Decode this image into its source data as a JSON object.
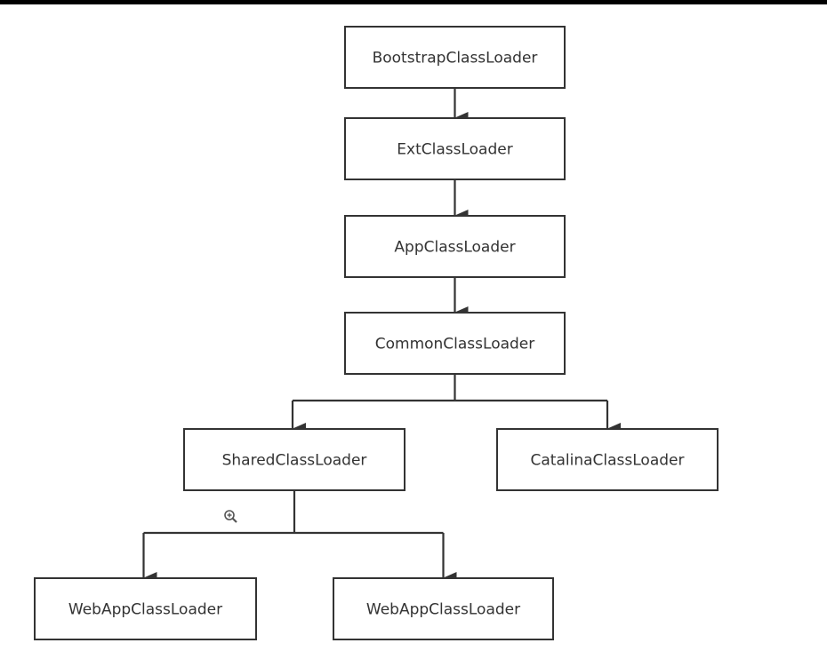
{
  "colors": {
    "top_bar": "#000000",
    "box_border": "#333333",
    "box_fill": "#ffffff",
    "connector": "#333333",
    "text": "#333333",
    "cursor_icon": "#555555"
  },
  "cursor": {
    "icon": "zoom-in-icon"
  },
  "nodes": [
    {
      "id": "bootstrap",
      "label": "BootstrapClassLoader"
    },
    {
      "id": "ext",
      "label": "ExtClassLoader"
    },
    {
      "id": "app",
      "label": "AppClassLoader"
    },
    {
      "id": "common",
      "label": "CommonClassLoader"
    },
    {
      "id": "shared",
      "label": "SharedClassLoader"
    },
    {
      "id": "catalina",
      "label": "CatalinaClassLoader"
    },
    {
      "id": "webapp-left",
      "label": "WebAppClassLoader"
    },
    {
      "id": "webapp-right",
      "label": "WebAppClassLoader"
    }
  ],
  "edges": [
    {
      "from": "bootstrap",
      "to": "ext"
    },
    {
      "from": "ext",
      "to": "app"
    },
    {
      "from": "app",
      "to": "common"
    },
    {
      "from": "common",
      "to": "shared"
    },
    {
      "from": "common",
      "to": "catalina"
    },
    {
      "from": "shared",
      "to": "webapp-left"
    },
    {
      "from": "shared",
      "to": "webapp-right"
    }
  ]
}
